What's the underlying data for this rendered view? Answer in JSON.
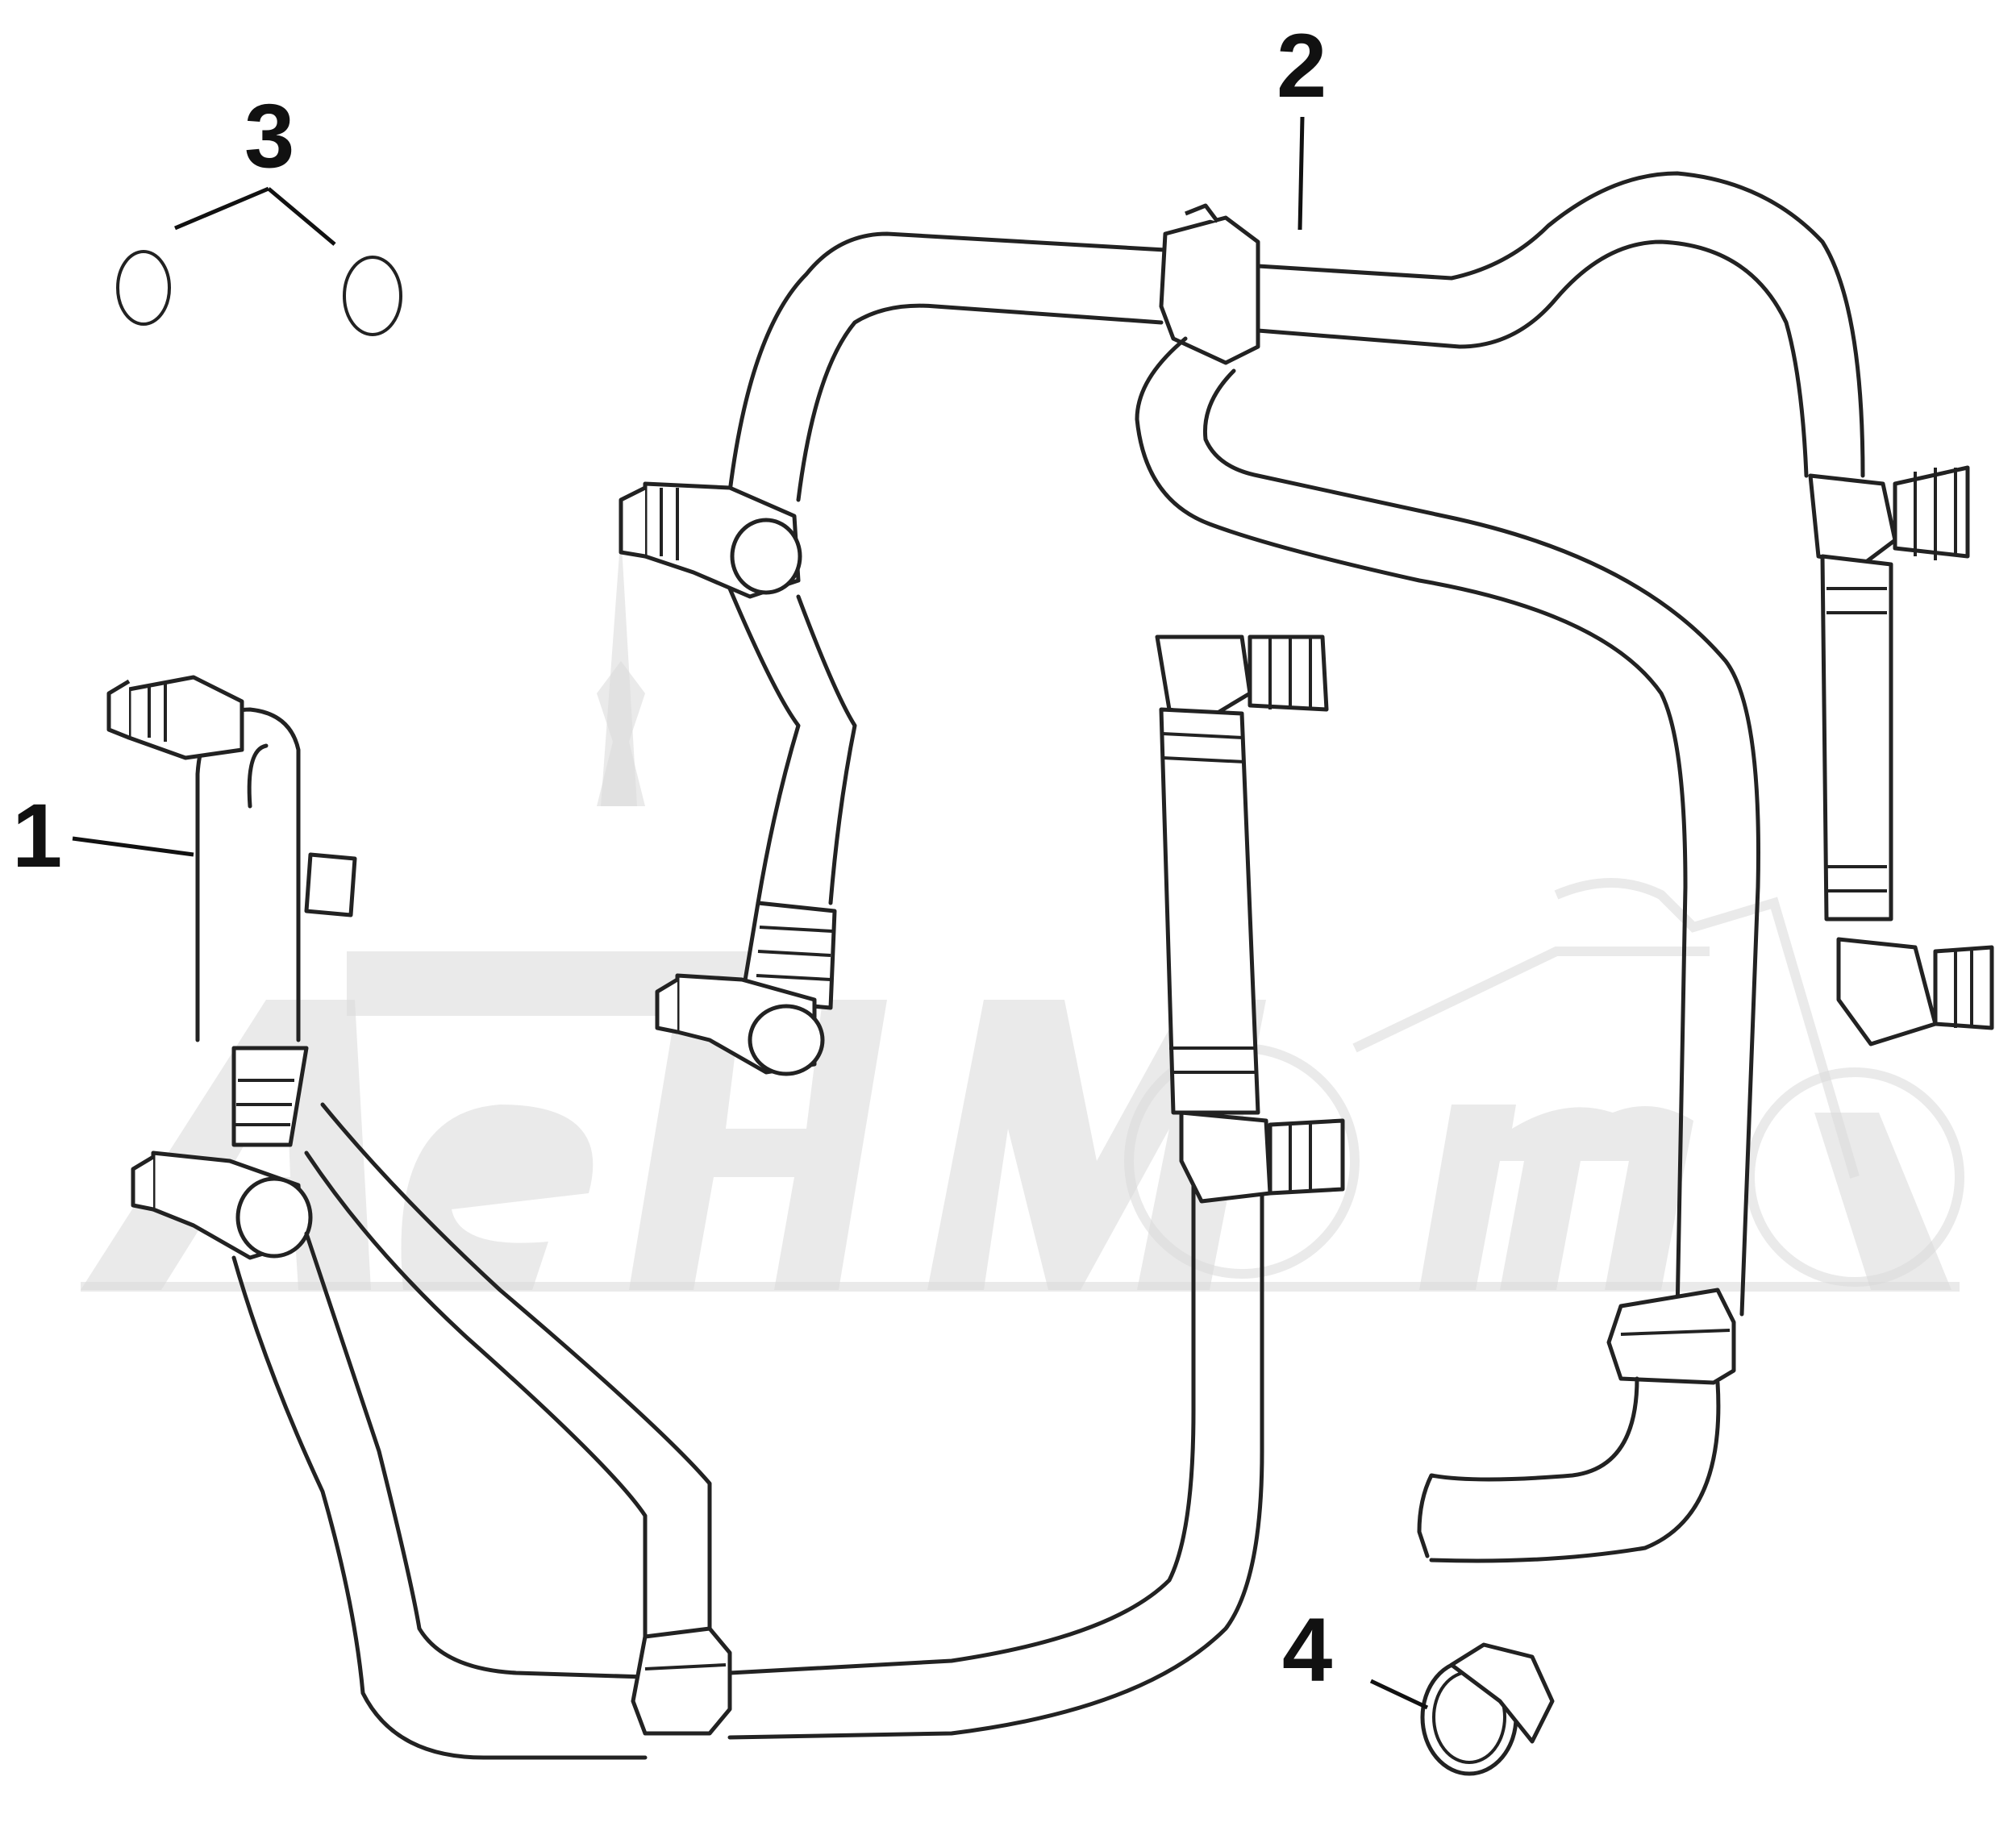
{
  "callouts": [
    {
      "id": "1",
      "label": "1"
    },
    {
      "id": "2",
      "label": "2"
    },
    {
      "id": "3",
      "label": "3"
    },
    {
      "id": "4",
      "label": "4"
    }
  ],
  "watermark": {
    "text": "АЕНМОТО"
  },
  "colors": {
    "line": "#222222",
    "watermark": "#d9d9d9",
    "background": "#ffffff"
  }
}
